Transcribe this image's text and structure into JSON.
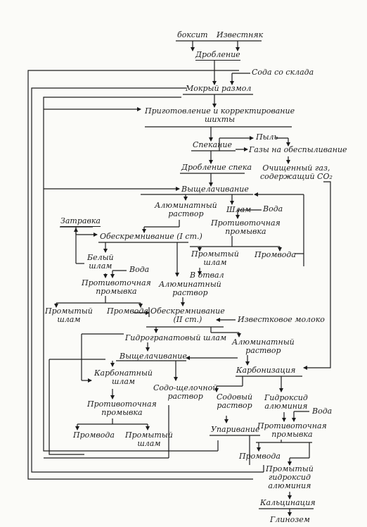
{
  "nodes": {
    "boksit": "боксит",
    "izvestnyak": "Известняк",
    "droblenie": "Дробление",
    "soda_sklad": "Сода со склада",
    "mokry_razmol": "Мокрый размол",
    "prigotovlenie": "Приготовление и корректирование\nшихты",
    "pyl": "Пыль",
    "spekanie": "Спекание",
    "gazy": "Газы на обеспыливание",
    "drob_speka": "Дробление спека",
    "ochish_gaz": "Очищенный газ,\nсодержащий CO₂",
    "vyshel1": "Выщелачивание",
    "alum_rastvor1": "Алюминатный\nраствор",
    "shlam": "Шлам",
    "voda1": "Вода",
    "zatravka": "Затравка",
    "protiv1": "Противоточная\nпромывка",
    "obeskr1": "Обескремнивание (I ст.)",
    "promyty_shlam1": "Промытый\nшлам",
    "promvoda1": "Промвода",
    "bely_shlam": "Белый\nшлам",
    "voda2": "Вода",
    "v_otval": "В отвал",
    "protiv2": "Противоточная\nпромывка",
    "alum_rastvor2": "Алюминатный\nраствор",
    "promyty_shlam2": "Промытый\nшлам",
    "promvoda2": "Промвода",
    "obeskr2": "Обескремнивание\n(II ст.)",
    "izv_moloko": "Известковое молоко",
    "gidrogr": "Гидрогранатовый шлам",
    "alum_rastvor3": "Алюминатный\nраствор",
    "vyshel2": "Выщелачивание",
    "karbonat_shlam": "Карбонатный\nшлам",
    "karbonizaciya": "Карбонизация",
    "soda_shchel": "Содо-щелочной\nраствор",
    "sodovy": "Содовый\nраствор",
    "gidroksid": "Гидроксид\nалюминия",
    "voda3": "Вода",
    "protiv3": "Противоточная\nпромывка",
    "protiv4": "Противоточная\nпромывка",
    "uparivanie": "Упаривание",
    "promvoda3": "Промвода",
    "promyty_shlam3": "Промытый\nшлам",
    "promvoda4": "Промвода",
    "promyty_gidroksid": "Промытый\nгидроксид\nалюминия",
    "kalcinaciya": "Кальцинация",
    "glinozem": "Глинозем"
  }
}
